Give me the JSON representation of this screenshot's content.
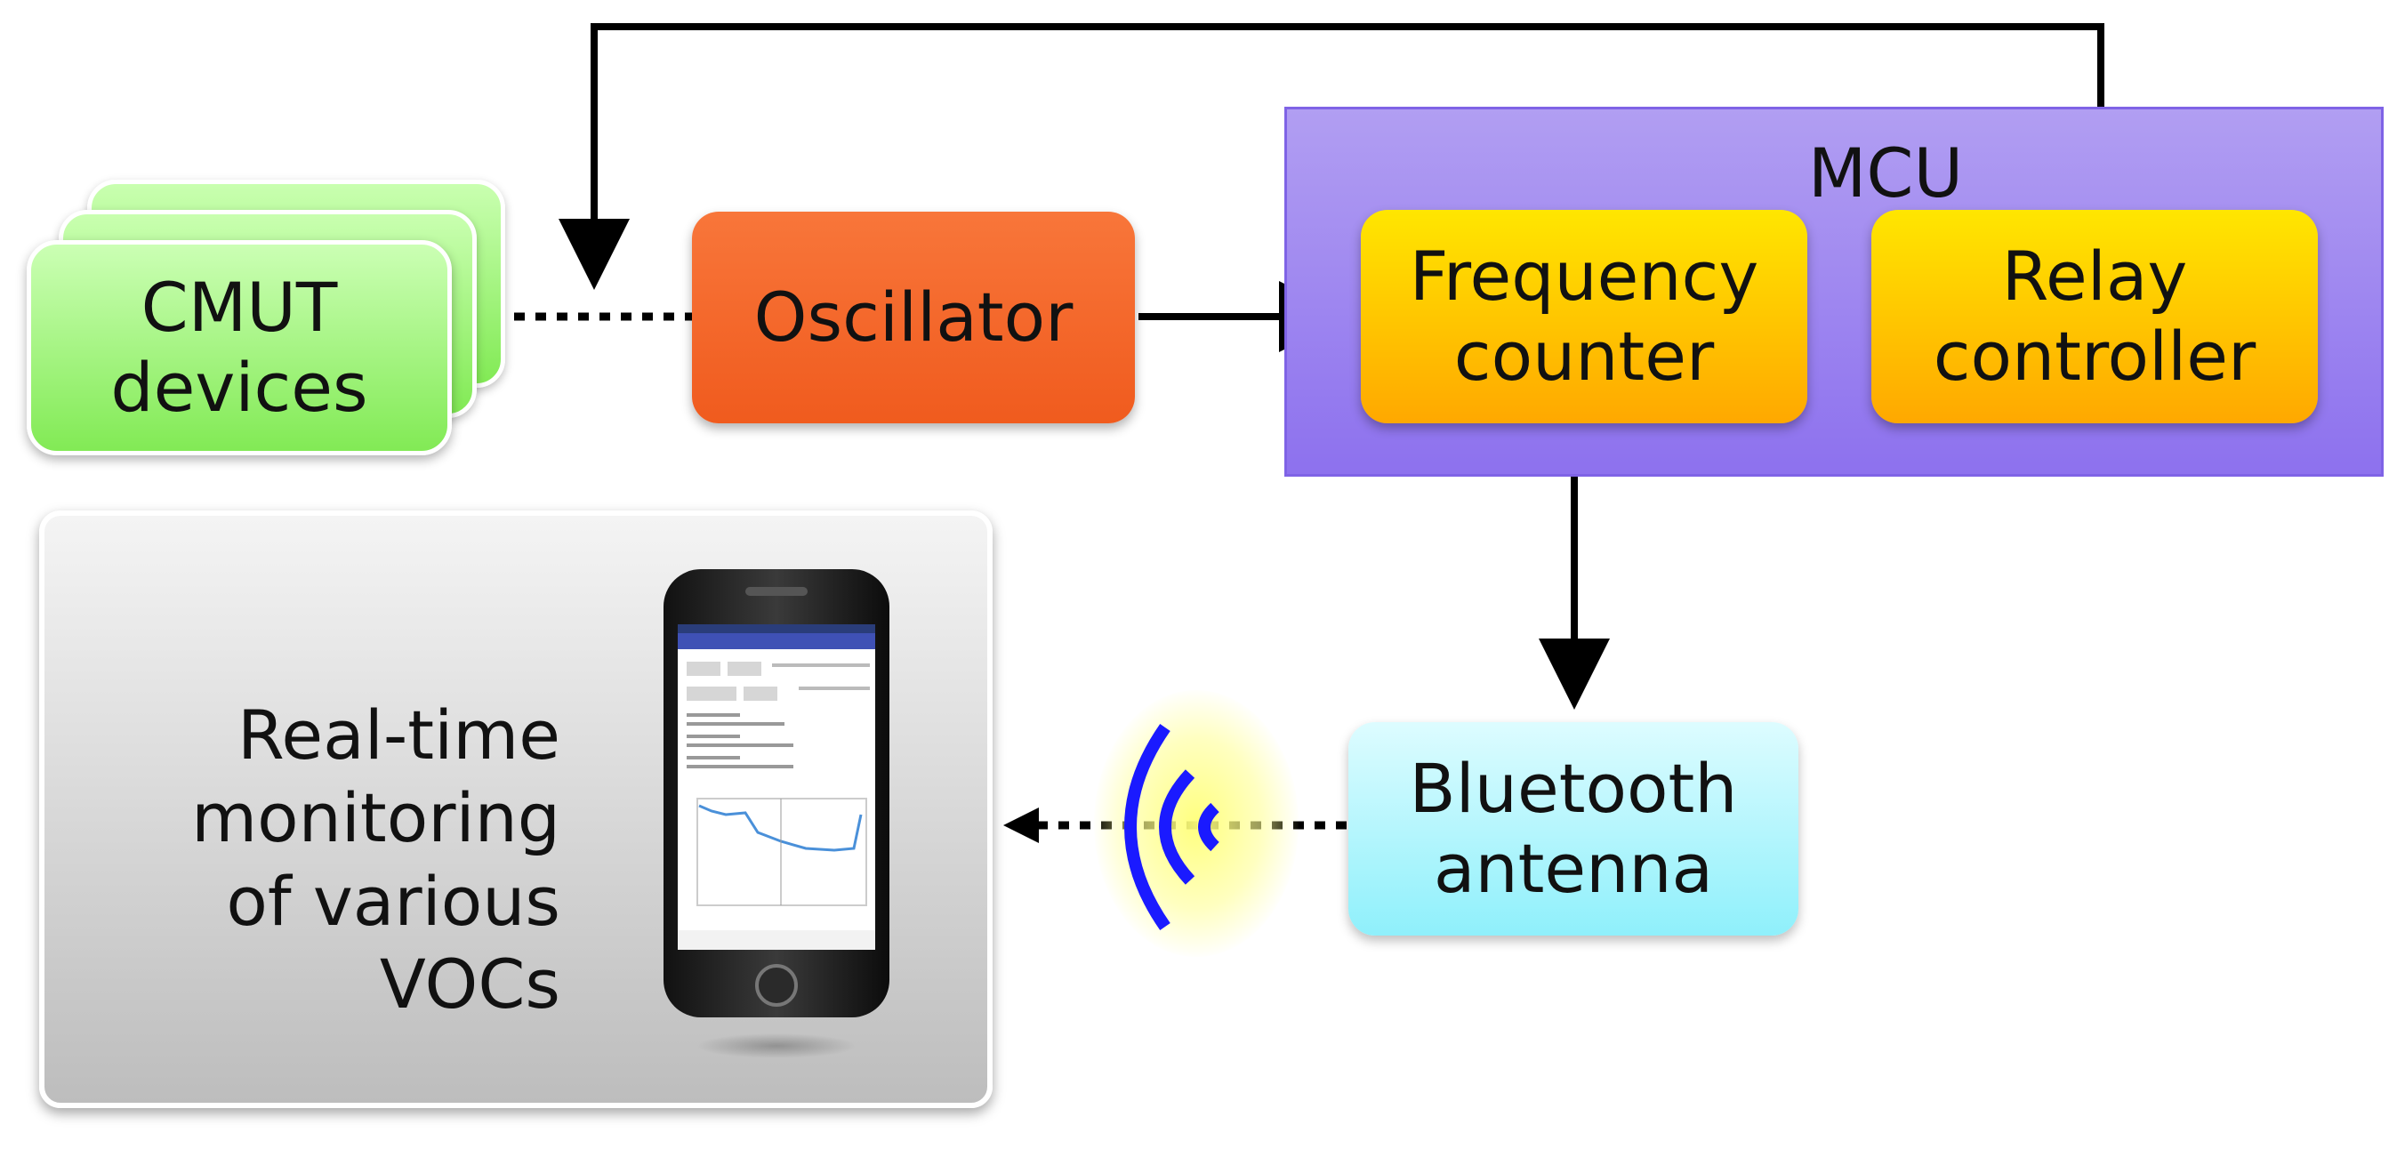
{
  "blocks": {
    "cmut": "CMUT\ndevices",
    "oscillator": "Oscillator",
    "mcu": "MCU",
    "frequency_counter": "Frequency\ncounter",
    "relay_controller": "Relay\ncontroller",
    "bluetooth": "Bluetooth\nantenna",
    "realtime": "Real-time\nmonitoring\nof various\nVOCs"
  },
  "icons": {
    "phone": "smartphone-icon",
    "signal": "wireless-signal-icon"
  },
  "colors": {
    "cmut_fill": "#82ea55",
    "oscillator_fill": "#f05b1e",
    "mcu_fill": "#8d71ee",
    "controller_fill": "#ffc000",
    "bluetooth_fill": "#8ff0fb",
    "signal_arc": "#1a1aff",
    "panel_fill": "#d0d0d0"
  }
}
